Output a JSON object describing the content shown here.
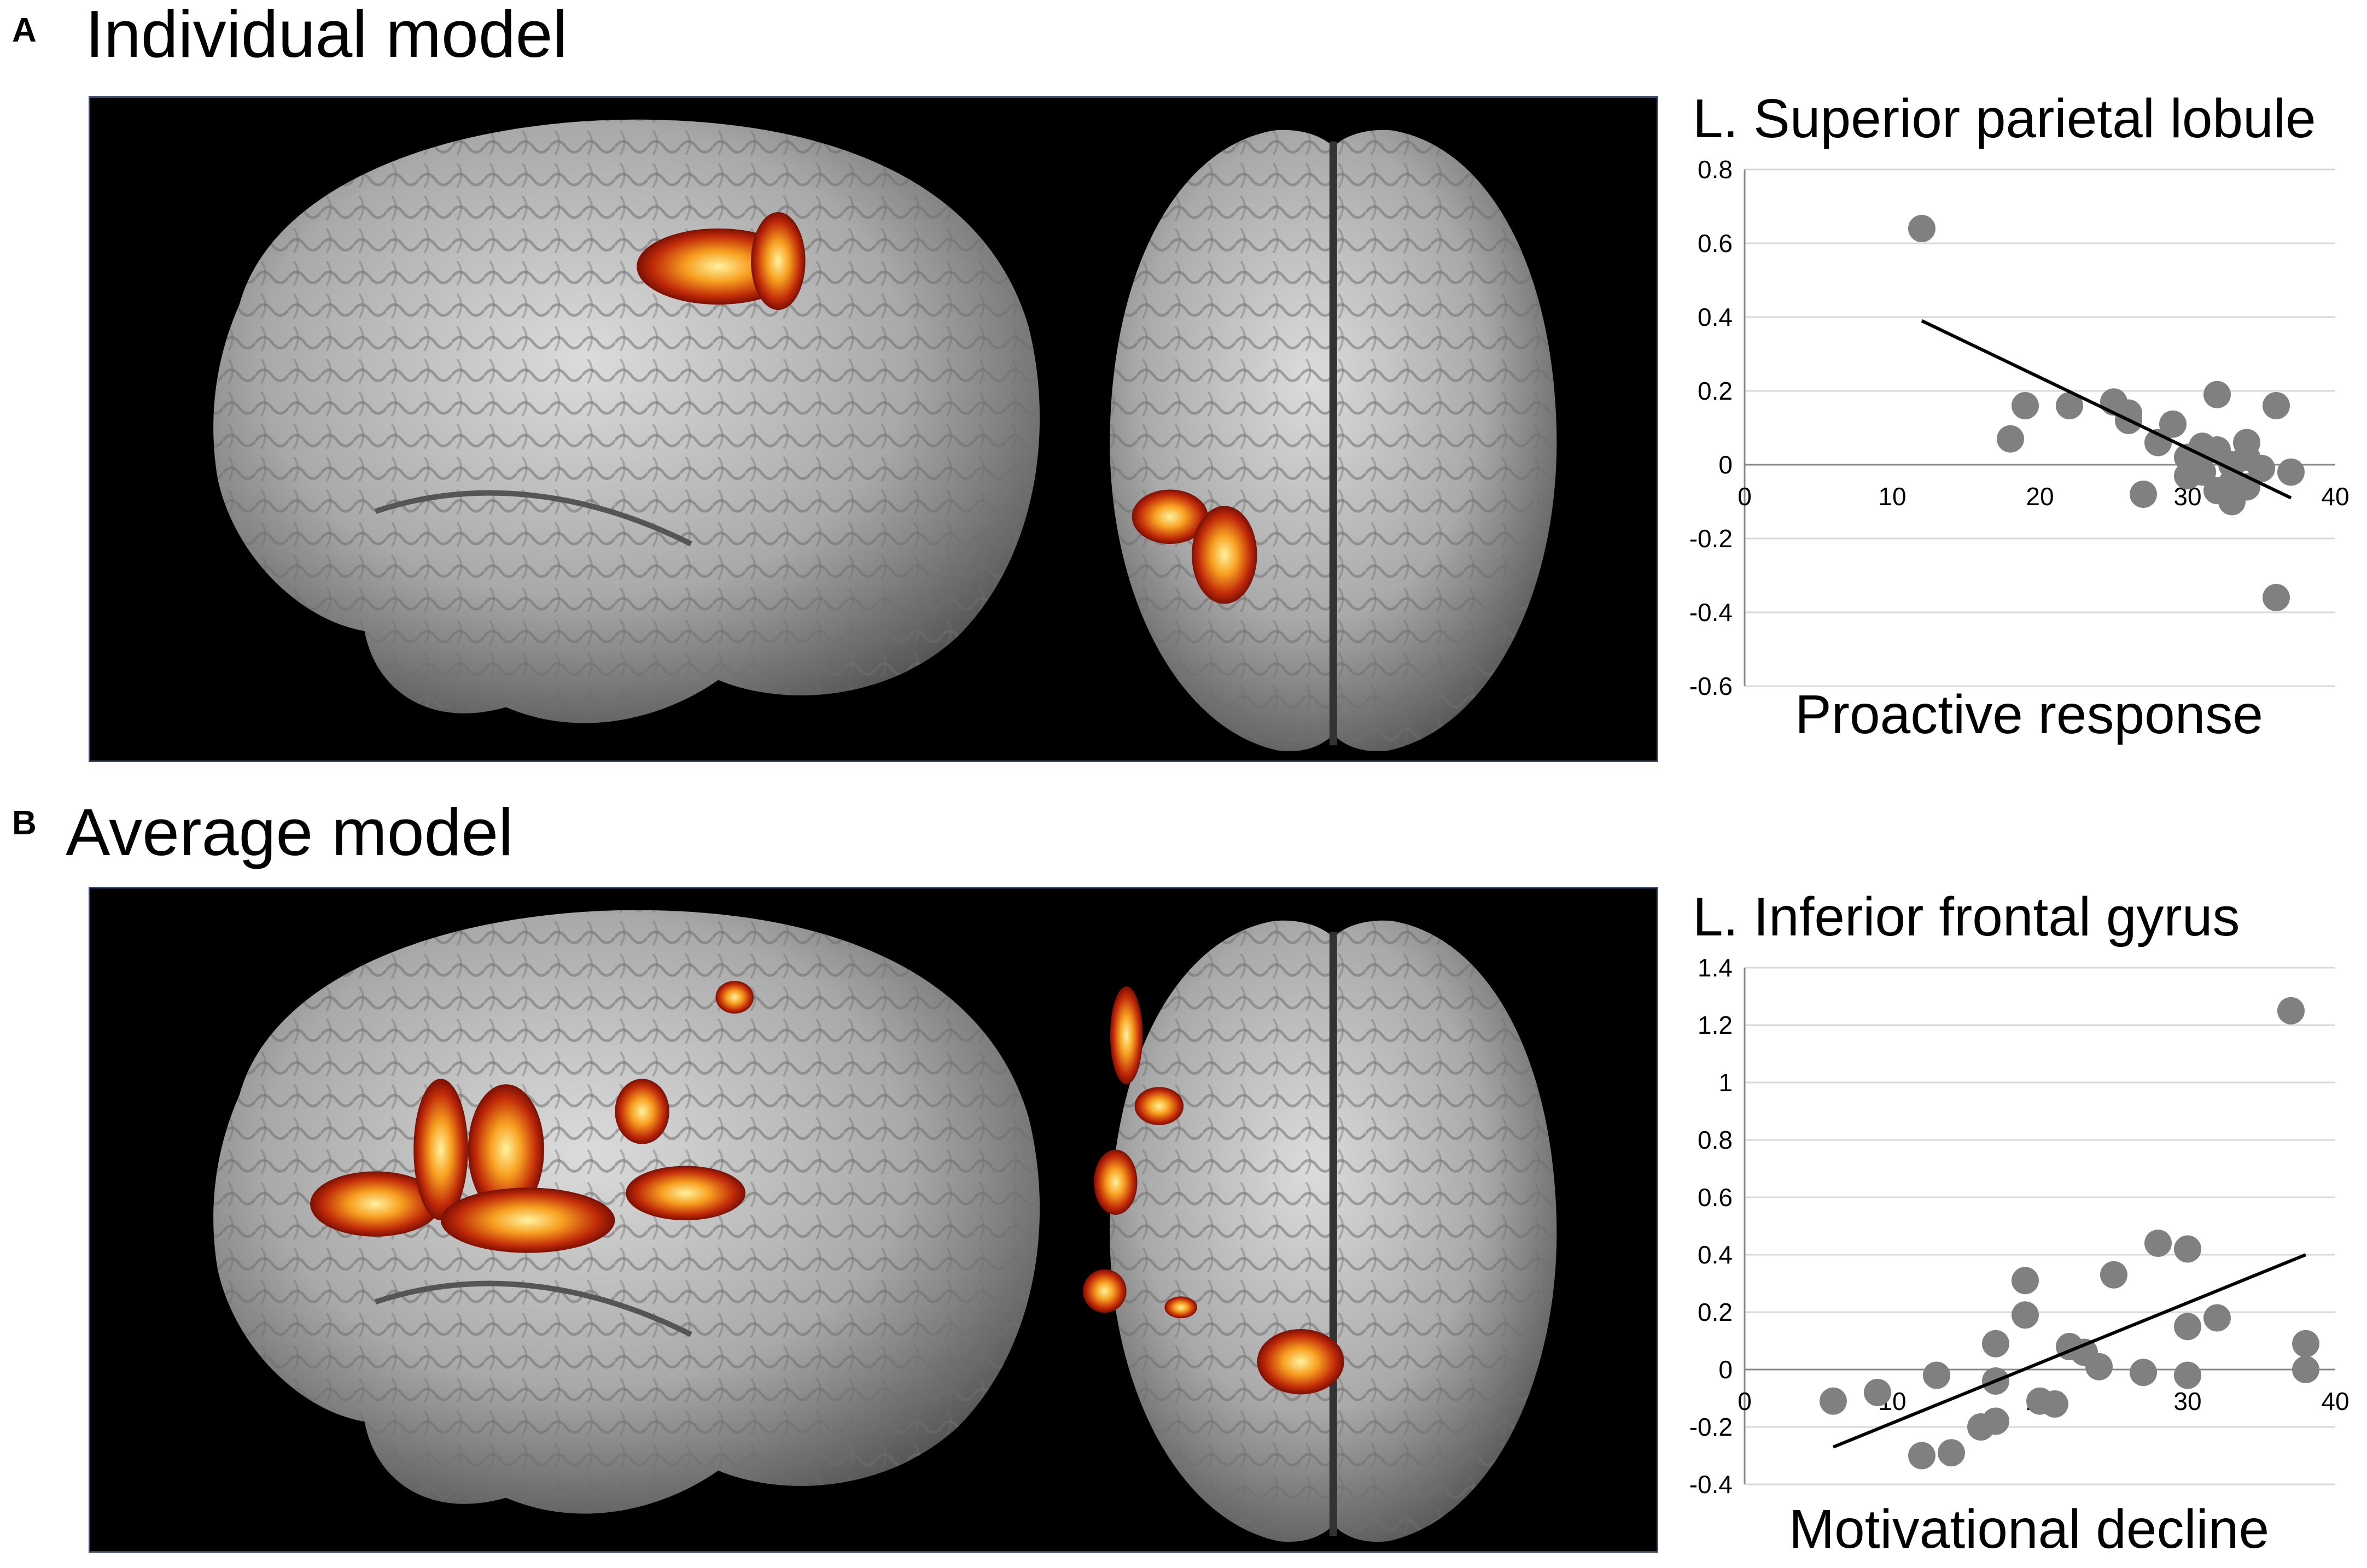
{
  "panel_a": {
    "letter": "A",
    "title": "Individual model"
  },
  "panel_b": {
    "letter": "B",
    "title": "Average model"
  },
  "colors": {
    "brain_background": "#000000",
    "cortex": "#b8b8b8",
    "activation_hot": "#ffe46a",
    "activation_mid": "#f07a1a",
    "activation_low": "#9a1a05",
    "point": "#808080",
    "trendline": "#000000",
    "gridline": "#d9d9d9"
  },
  "chart_data": [
    {
      "type": "scatter",
      "title": "L. Superior parietal lobule",
      "xlabel": "Proactive response",
      "ylabel": "",
      "xlim": [
        0,
        40
      ],
      "ylim": [
        -0.6,
        0.8
      ],
      "xticks": [
        0,
        10,
        20,
        30,
        40
      ],
      "yticks": [
        -0.6,
        -0.4,
        -0.2,
        0,
        0.2,
        0.4,
        0.6,
        0.8
      ],
      "ytick_labels": [
        "-0.6",
        "-0.4",
        "-0.2",
        "0",
        "0.2",
        "0.4",
        "0.6",
        "0.8"
      ],
      "xtick_labels": [
        "0",
        "10",
        "20",
        "30",
        "40"
      ],
      "grid": true,
      "points": [
        {
          "x": 12,
          "y": 0.64
        },
        {
          "x": 18,
          "y": 0.07
        },
        {
          "x": 19,
          "y": 0.16
        },
        {
          "x": 22,
          "y": 0.16
        },
        {
          "x": 25,
          "y": 0.17
        },
        {
          "x": 26,
          "y": 0.14
        },
        {
          "x": 26,
          "y": 0.12
        },
        {
          "x": 27,
          "y": -0.08
        },
        {
          "x": 28,
          "y": 0.06
        },
        {
          "x": 29,
          "y": 0.11
        },
        {
          "x": 30,
          "y": 0.02
        },
        {
          "x": 30,
          "y": -0.03
        },
        {
          "x": 31,
          "y": 0.05
        },
        {
          "x": 31,
          "y": -0.02
        },
        {
          "x": 32,
          "y": 0.19
        },
        {
          "x": 32,
          "y": 0.04
        },
        {
          "x": 32,
          "y": -0.07
        },
        {
          "x": 33,
          "y": -0.1
        },
        {
          "x": 33,
          "y": -0.05
        },
        {
          "x": 33,
          "y": 0.0
        },
        {
          "x": 34,
          "y": 0.06
        },
        {
          "x": 34,
          "y": 0.02
        },
        {
          "x": 34,
          "y": -0.06
        },
        {
          "x": 35,
          "y": -0.01
        },
        {
          "x": 36,
          "y": 0.16
        },
        {
          "x": 36,
          "y": -0.36
        },
        {
          "x": 37,
          "y": -0.02
        }
      ],
      "trendline": {
        "x": [
          12,
          37
        ],
        "y": [
          0.39,
          -0.09
        ]
      }
    },
    {
      "type": "scatter",
      "title": "L. Inferior frontal gyrus",
      "xlabel": "Motivational decline",
      "ylabel": "",
      "xlim": [
        0,
        40
      ],
      "ylim": [
        -0.4,
        1.4
      ],
      "xticks": [
        0,
        10,
        20,
        30,
        40
      ],
      "yticks": [
        -0.4,
        -0.2,
        0,
        0.2,
        0.4,
        0.6,
        0.8,
        1,
        1.2,
        1.4
      ],
      "ytick_labels": [
        "-0.4",
        "-0.2",
        "0",
        "0.2",
        "0.4",
        "0.6",
        "0.8",
        "1",
        "1.2",
        "1.4"
      ],
      "xtick_labels": [
        "0",
        "10",
        "20",
        "30",
        "40"
      ],
      "grid": true,
      "points": [
        {
          "x": 6,
          "y": -0.11
        },
        {
          "x": 9,
          "y": -0.08
        },
        {
          "x": 12,
          "y": -0.3
        },
        {
          "x": 13,
          "y": -0.02
        },
        {
          "x": 14,
          "y": -0.29
        },
        {
          "x": 16,
          "y": -0.2
        },
        {
          "x": 17,
          "y": -0.18
        },
        {
          "x": 17,
          "y": -0.04
        },
        {
          "x": 17,
          "y": 0.09
        },
        {
          "x": 19,
          "y": 0.31
        },
        {
          "x": 19,
          "y": 0.19
        },
        {
          "x": 20,
          "y": -0.11
        },
        {
          "x": 21,
          "y": -0.12
        },
        {
          "x": 22,
          "y": 0.08
        },
        {
          "x": 23,
          "y": 0.06
        },
        {
          "x": 24,
          "y": 0.01
        },
        {
          "x": 25,
          "y": 0.33
        },
        {
          "x": 27,
          "y": -0.01
        },
        {
          "x": 28,
          "y": 0.44
        },
        {
          "x": 30,
          "y": 0.42
        },
        {
          "x": 30,
          "y": 0.15
        },
        {
          "x": 30,
          "y": -0.02
        },
        {
          "x": 32,
          "y": 0.18
        },
        {
          "x": 37,
          "y": 1.25
        },
        {
          "x": 38,
          "y": 0.09
        },
        {
          "x": 38,
          "y": 0.0
        }
      ],
      "trendline": {
        "x": [
          6,
          38
        ],
        "y": [
          -0.27,
          0.4
        ]
      }
    }
  ]
}
